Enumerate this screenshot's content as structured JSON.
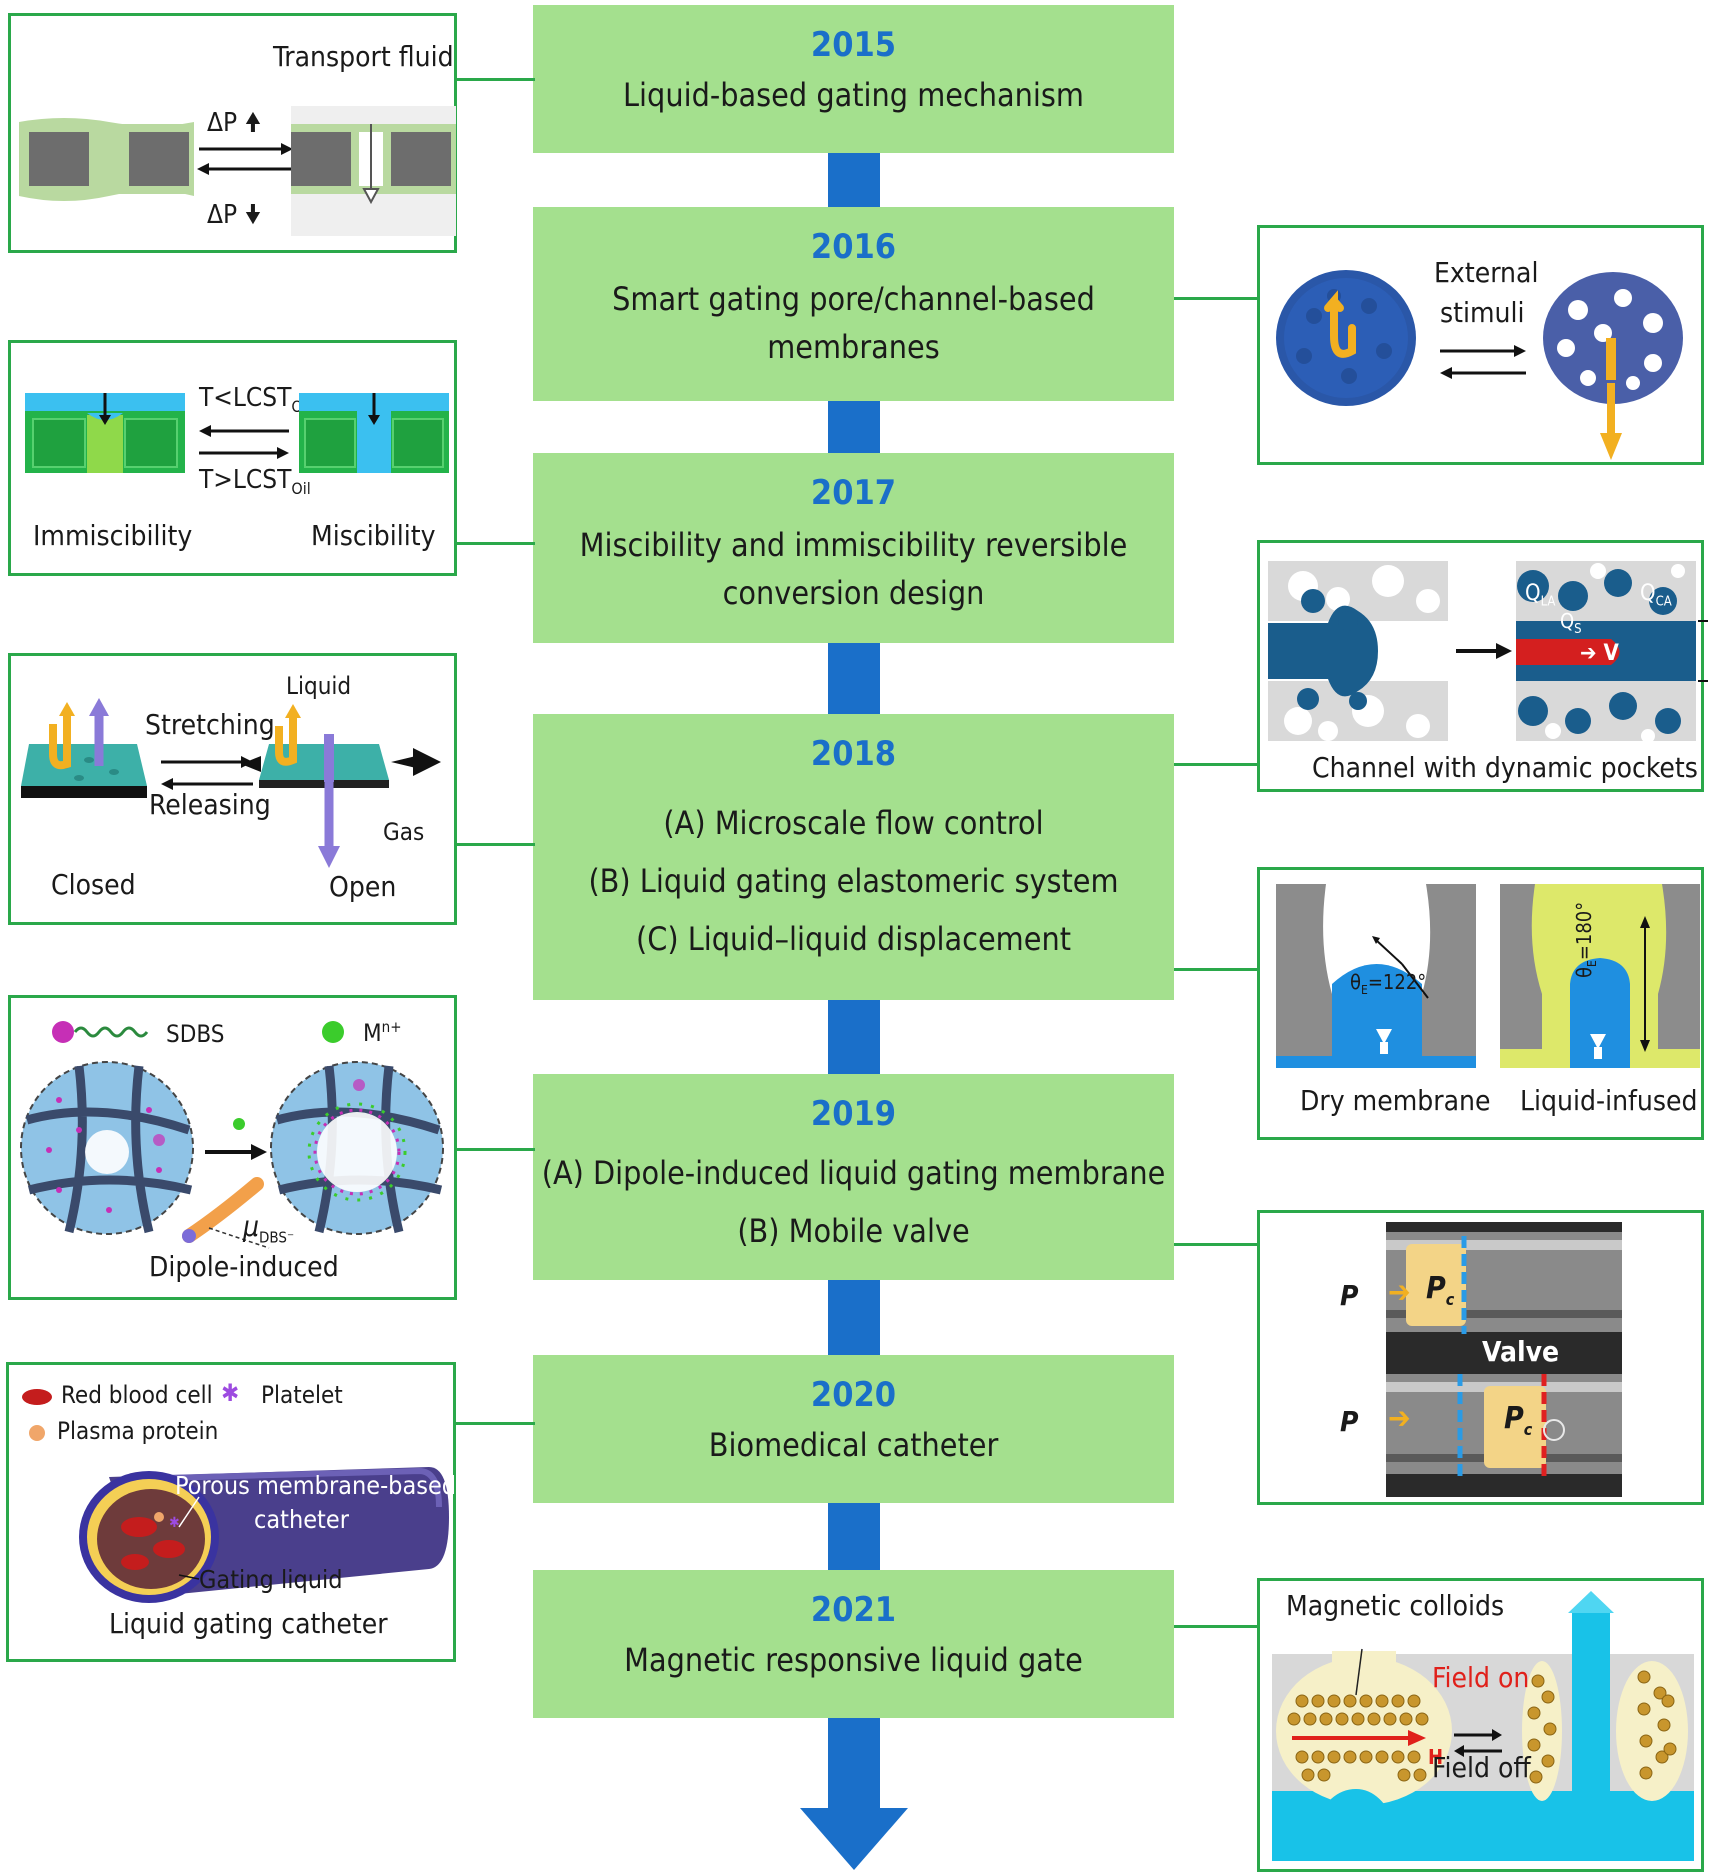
{
  "timeline": [
    {
      "year": "2015",
      "lines": [
        "Liquid-based gating mechanism"
      ]
    },
    {
      "year": "2016",
      "lines": [
        "Smart gating pore/channel-based",
        "membranes"
      ]
    },
    {
      "year": "2017",
      "lines": [
        "Miscibility and immiscibility reversible",
        "conversion design"
      ]
    },
    {
      "year": "2018",
      "lines": [
        "(A) Microscale flow control",
        "(B) Liquid gating elastomeric system",
        "(C) Liquid–liquid displacement"
      ]
    },
    {
      "year": "2019",
      "lines": [
        "(A) Dipole-induced liquid gating membrane",
        "(B) Mobile valve"
      ]
    },
    {
      "year": "2020",
      "lines": [
        "Biomedical catheter"
      ]
    },
    {
      "year": "2021",
      "lines": [
        "Magnetic responsive liquid gate"
      ]
    }
  ],
  "panel_2015": {
    "title": "Transport fluid",
    "dp_up": "ΔP",
    "dp_down": "ΔP"
  },
  "panel_2016": {
    "line1": "External",
    "line2": "stimuli"
  },
  "panel_2017": {
    "t_low": "T<LCST",
    "t_high": "T>LCST",
    "sub": "Oil",
    "left": "Immiscibility",
    "right": "Miscibility"
  },
  "panel_2018_channel": {
    "caption": "Channel with dynamic pockets",
    "q_la": "Q",
    "q_la_sub": "LA",
    "q_s": "Q",
    "q_s_sub": "S",
    "q_ca": "Q",
    "q_ca_sub": "CA",
    "v": "V"
  },
  "panel_2018_elastomer": {
    "liquid": "Liquid",
    "stretching": "Stretching",
    "releasing": "Releasing",
    "gas": "Gas",
    "closed": "Closed",
    "open": "Open"
  },
  "panel_2018_displacement": {
    "angle1": "θ",
    "angle1_sub": "E",
    "angle1_val": "=122°",
    "angle2": "θ",
    "angle2_sub": "E",
    "angle2_val": "=180°",
    "left": "Dry membrane",
    "right": "Liquid-infused"
  },
  "panel_2019_dipole": {
    "sdbs": "SDBS",
    "m": "M",
    "m_sup": "n+",
    "mu": "μ",
    "mu_sub": "DBS⁻",
    "caption": "Dipole-induced"
  },
  "panel_2019_valve": {
    "p1": "P",
    "pc1": "P",
    "pc1_sub": "c",
    "valve": "Valve",
    "p2": "P",
    "pc2": "P",
    "pc2_sub": "c"
  },
  "panel_2020": {
    "rbc": "Red blood cell",
    "platelet": "Platelet",
    "plasma": "Plasma protein",
    "porous1": "Porous membrane-based",
    "porous2": "catheter",
    "gating": "Gating liquid",
    "caption": "Liquid gating catheter"
  },
  "panel_2021": {
    "title": "Magnetic colloids",
    "field_on": "Field on",
    "field_off": "Field off",
    "h": "H"
  },
  "colors": {
    "box": "#a4e08e",
    "year": "#1a6fc9",
    "border": "#2aa84a",
    "arrow": "#1a6fc9"
  }
}
